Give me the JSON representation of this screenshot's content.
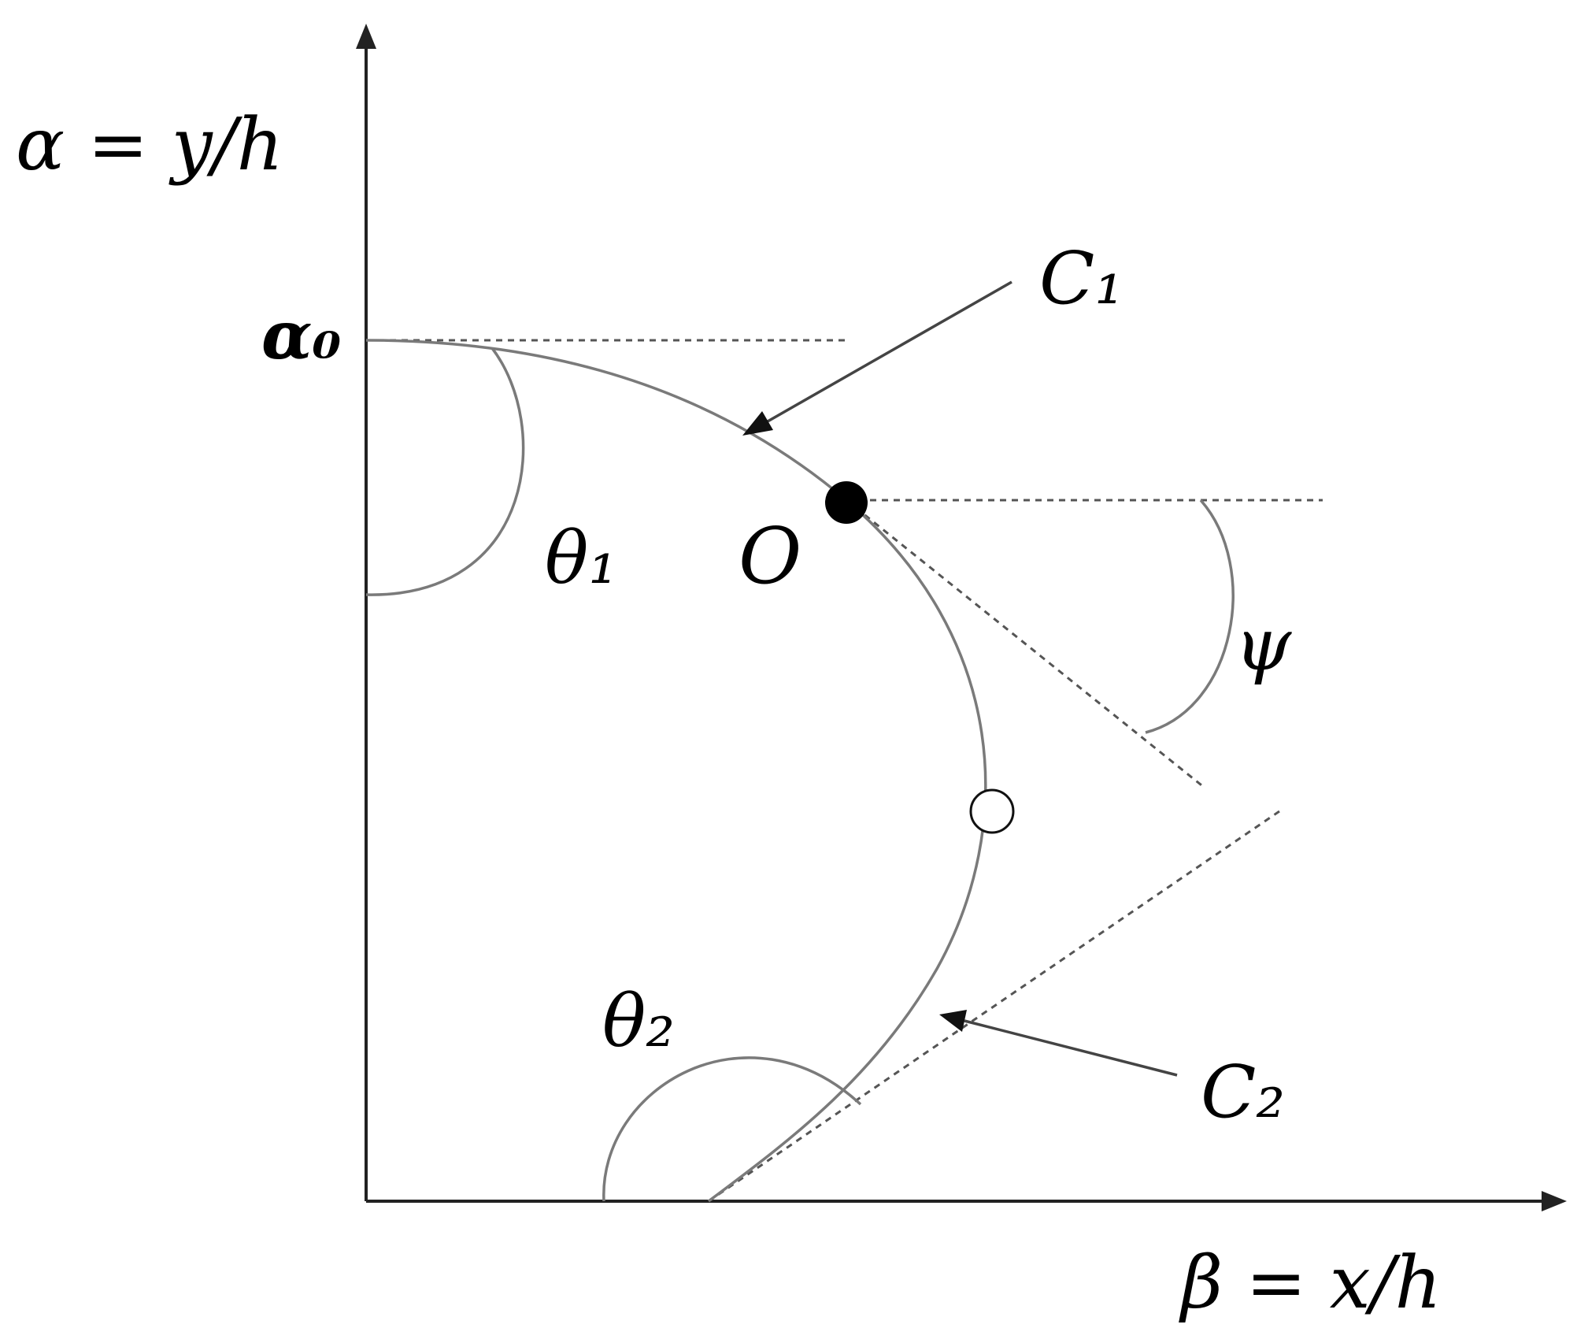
{
  "axes": {
    "y_label": "α = y/h",
    "x_label": "β = x/h",
    "y_intercept_label": "α₀"
  },
  "curves": {
    "c1_label": "C₁",
    "c2_label": "C₂"
  },
  "points": {
    "o_label": "O"
  },
  "angles": {
    "theta1_label": "θ₁",
    "theta2_label": "θ₂",
    "psi_label": "ψ"
  }
}
